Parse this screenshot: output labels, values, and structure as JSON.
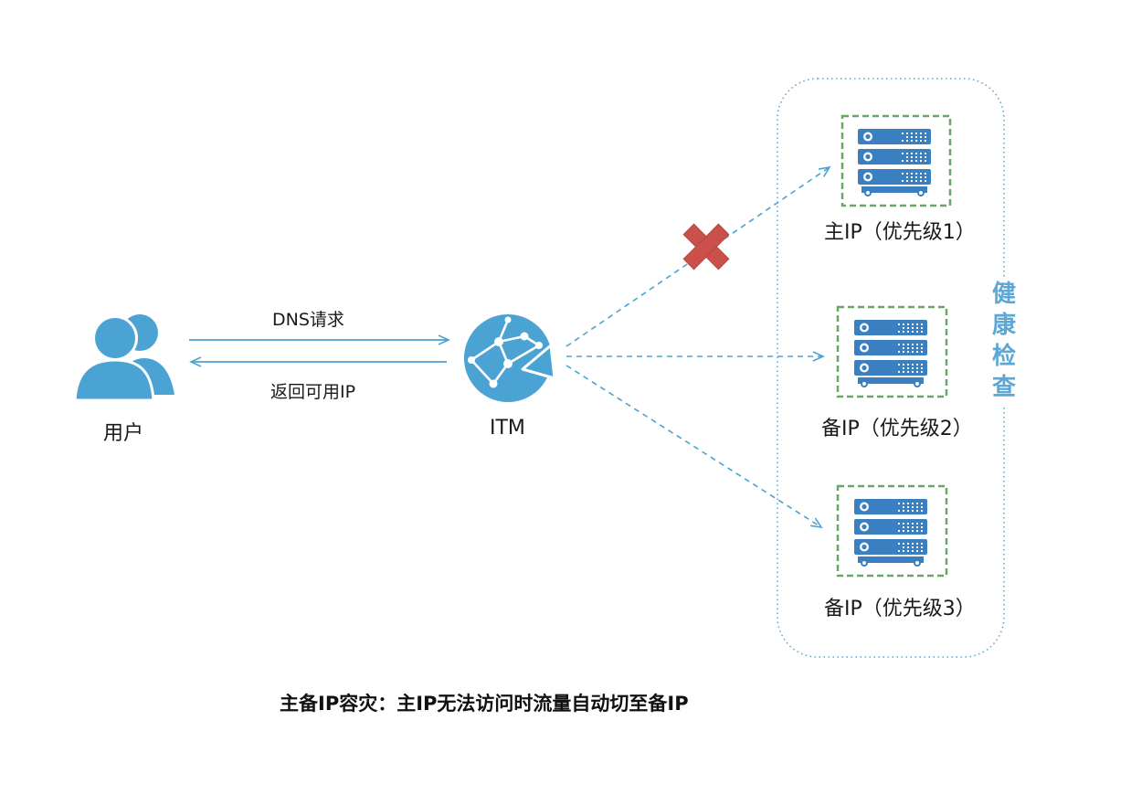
{
  "nodes": {
    "user": "用户",
    "itm": "ITM"
  },
  "flows": {
    "request": "DNS请求",
    "response": "返回可用IP"
  },
  "servers": [
    {
      "label": "主IP（优先级1）",
      "status": "failed"
    },
    {
      "label": "备IP（优先级2）",
      "status": "healthy"
    },
    {
      "label": "备IP（优先级3）",
      "status": "healthy"
    }
  ],
  "health_check": "健康检查",
  "caption": "主备IP容灾：主IP无法访问时流量自动切至备IP",
  "colors": {
    "primary_blue": "#4ba3d3",
    "server_blue": "#3a80c0",
    "dashed_green": "#6aa667",
    "fail_red": "#c9504b",
    "health_text": "#5ba8d6"
  }
}
